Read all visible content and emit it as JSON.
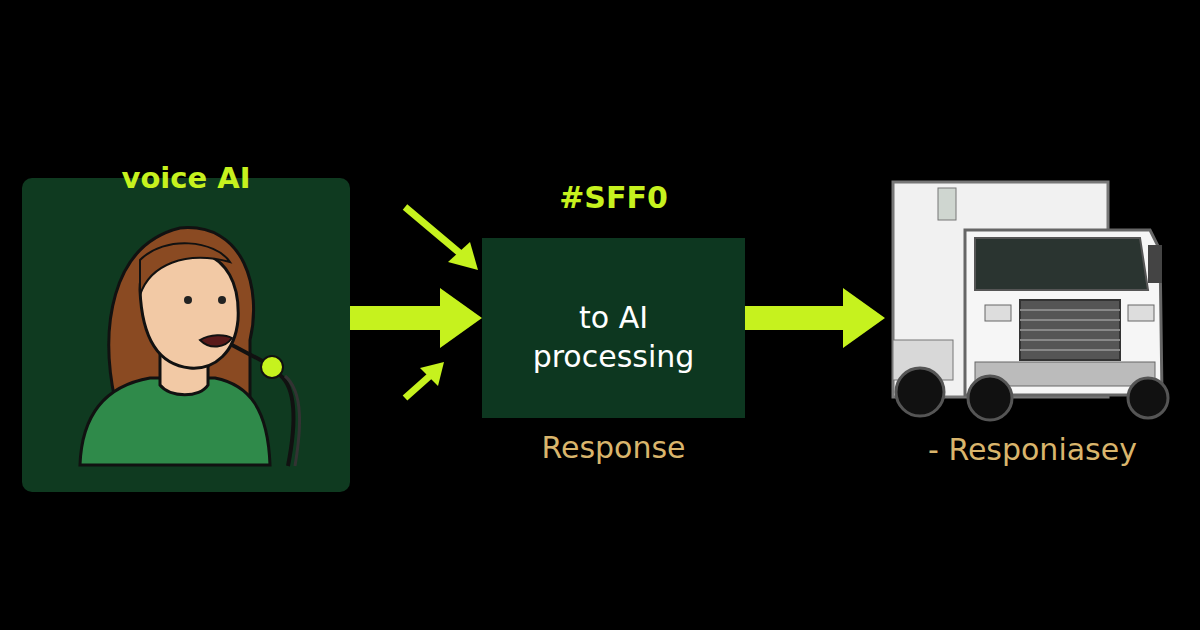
{
  "diagram": {
    "nodes": [
      {
        "text": [
          "voice AI"
        ]
      },
      {
        "text": [
          "#SFF0",
          "to AI processing",
          "Response"
        ]
      },
      {
        "text": [
          "- Responiasey"
        ]
      }
    ],
    "edges": [
      {
        "from": 0,
        "to": 1,
        "arrow": "to"
      },
      {
        "from": 1,
        "to": 2,
        "arrow": "to"
      }
    ]
  }
}
